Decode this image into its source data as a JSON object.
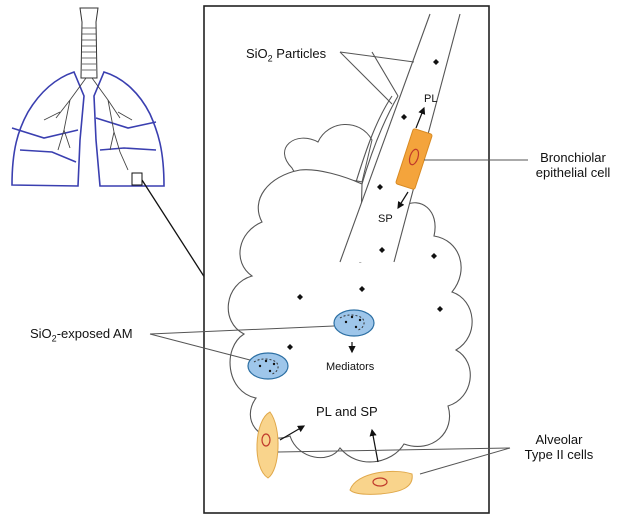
{
  "labels": {
    "sio2_particles": {
      "prefix": "SiO",
      "sub": "2",
      "suffix": " Particles"
    },
    "bronchiolar_line1": "Bronchiolar",
    "bronchiolar_line2": "epithelial cell",
    "pl_top": "PL",
    "sp_top": "SP",
    "sio2_exposed_am": {
      "prefix": "SiO",
      "sub": "2",
      "suffix": "-exposed AM"
    },
    "mediators": "Mediators",
    "pl_and_sp": "PL and SP",
    "alveolar_line1": "Alveolar",
    "alveolar_line2": "Type II cells"
  },
  "colors": {
    "lung_outline": "#3a3fb0",
    "macrophage_fill": "#9ec6ea",
    "macrophage_stroke": "#2c6fa3",
    "epithelial_fill": "#f4a43c",
    "type2_fill": "#f9d48c",
    "nucleus_stroke": "#c0392b"
  }
}
